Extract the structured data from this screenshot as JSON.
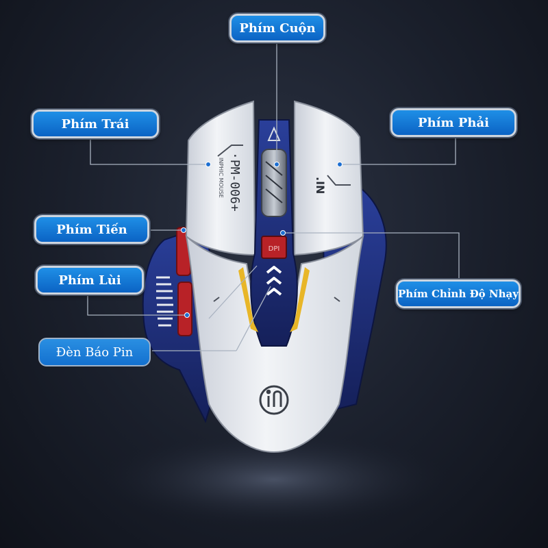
{
  "labels": {
    "scroll": "Phím Cuộn",
    "left": "Phím Trái",
    "right": "Phím Phải",
    "forward": "Phím Tiến",
    "back": "Phím Lùi",
    "dpi": "Phím Chỉnh Độ Nhạy",
    "battery": "Đèn Báo Pin"
  },
  "mouse": {
    "model_text": "·PM-006+",
    "brand_text": "INPHIC MOUSE",
    "side_text": ".IN",
    "dpi_button_text": "DPI",
    "logo": "inphic-logo-icon"
  },
  "colors": {
    "label_blue": "#0b63c4",
    "shell_white": "#e9ecf1",
    "shell_navy": "#1e2f7a",
    "accent_red": "#c0282a",
    "accent_yellow": "#e8b628"
  }
}
